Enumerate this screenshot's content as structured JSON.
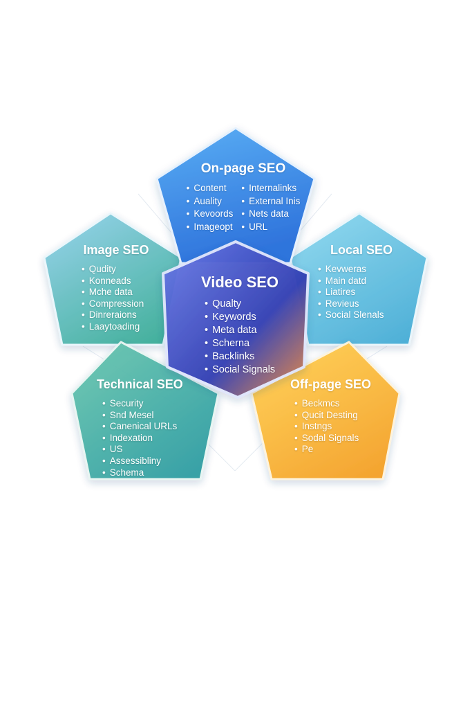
{
  "colors": {
    "onpage": [
      "#5aaef4",
      "#2f74dc"
    ],
    "image": [
      "#8fd0e6",
      "#3fae9a"
    ],
    "local": [
      "#8ad6ee",
      "#4aaed6"
    ],
    "video": [
      "#6c7ee8",
      "#3340b4",
      "#f08a3a"
    ],
    "technical": [
      "#6bc6b0",
      "#2f9da4"
    ],
    "offpage": [
      "#ffd055",
      "#f4a22a"
    ]
  },
  "panels": {
    "onpage": {
      "title": "On-page SEO",
      "col1": [
        "Content",
        "Auality",
        "Kevoords",
        "Imageopt"
      ],
      "col2": [
        "Internalinks",
        "External Inis",
        "Nets data",
        "URL"
      ]
    },
    "image": {
      "title": "Image SEO",
      "items": [
        "Qudity",
        "Konneads",
        "Mche data",
        "Compression",
        "Dinreraions",
        "Laaytoading"
      ]
    },
    "local": {
      "title": "Local SEO",
      "items": [
        "Kevweras",
        "Main datd",
        "Liatires",
        "Revieus",
        "Social Slenals"
      ]
    },
    "video": {
      "title": "Video SEO",
      "items": [
        "Qualty",
        "Keywords",
        "Meta data",
        "Scherna",
        "Backlinks",
        "Social Signals"
      ]
    },
    "technical": {
      "title": "Technical SEO",
      "items": [
        "Security",
        "Snd Mesel",
        "Canenical URLs",
        "Indexation",
        "US",
        "Assessibliny",
        "Schema"
      ]
    },
    "offpage": {
      "title": "Off-page SEO",
      "items": [
        "Beckmcs",
        "Qucit Desting",
        "Instngs",
        "Sodal Signals",
        "Pe"
      ]
    }
  }
}
